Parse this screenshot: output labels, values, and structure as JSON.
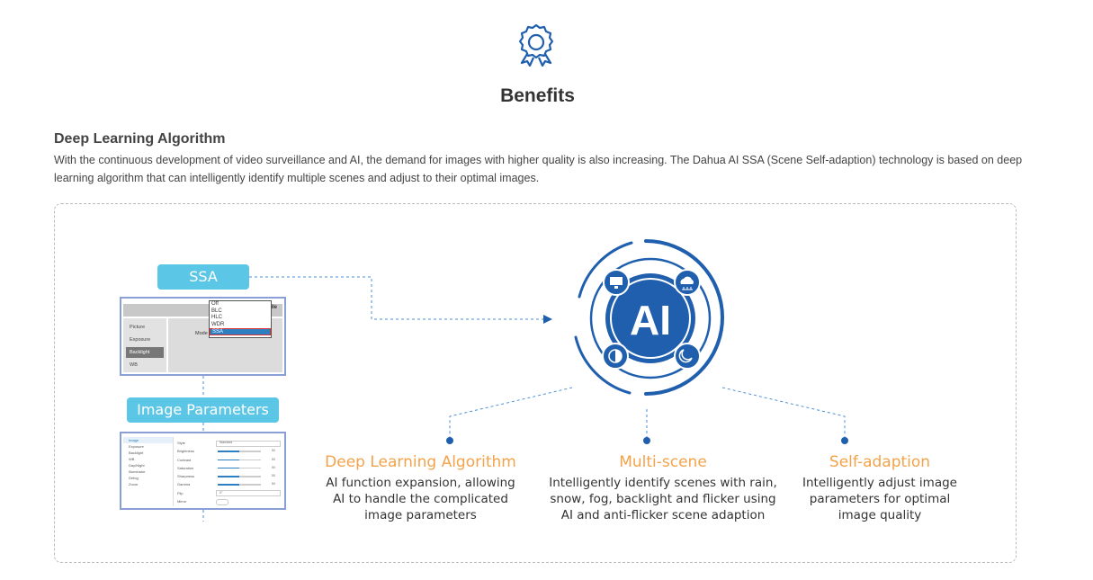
{
  "page": {
    "title": "Benefits",
    "icon": "award-badge-icon"
  },
  "section": {
    "title": "Deep Learning Algorithm",
    "body": "With the continuous development of video surveillance and AI, the demand for images with higher quality is also increasing. The Dahua AI SSA (Scene Self-adaption) technology is based on deep learning algorithm that can intelligently identify multiple scenes and adjust to their optimal images."
  },
  "diagram": {
    "ssa_label": "SSA",
    "image_params_label": "Image Parameters",
    "ai_label": "AI",
    "ssa_panel": {
      "header": "Profile",
      "mode_label": "Mode",
      "sidebar": [
        "Picture",
        "Exposure",
        "Backlight",
        "WB"
      ],
      "active_sidebar": "Backlight",
      "options": [
        "Off",
        "BLC",
        "HLC",
        "WDR",
        "SSA"
      ],
      "selected_option": "SSA"
    },
    "image_panel": {
      "sidebar": [
        "Image",
        "Exposure",
        "Backlight",
        "WB",
        "Day/Night",
        "Illuminator",
        "Defog",
        "Zoom"
      ],
      "rows": [
        {
          "label": "Style",
          "value": "Standard"
        },
        {
          "label": "Brightness",
          "value": "50",
          "level": 0.5
        },
        {
          "label": "Contrast",
          "value": "50",
          "level": 0.5
        },
        {
          "label": "Saturation",
          "value": "50",
          "level": 0.5
        },
        {
          "label": "Sharpness",
          "value": "50",
          "level": 0.5
        },
        {
          "label": "Gamma",
          "value": "50",
          "level": 0.5
        },
        {
          "label": "Flip",
          "value": "0°"
        },
        {
          "label": "Mirror",
          "value": ""
        }
      ]
    },
    "ring_icons": [
      "monitor-icon",
      "cloud-network-icon",
      "contrast-icon",
      "night-moon-icon"
    ],
    "colors": {
      "accent_blue": "#1f5fae",
      "pill_cyan": "#5bc6e6",
      "feature_orange": "#f3a34b"
    }
  },
  "features": [
    {
      "title": "Deep Learning Algorithm",
      "lines": [
        "AI function expansion, allowing",
        "AI to handle the complicated",
        "image parameters"
      ]
    },
    {
      "title": "Multi-scene",
      "lines": [
        "Intelligently identify scenes with rain,",
        "snow, fog, backlight and flicker using",
        "AI and anti-flicker scene adaption"
      ]
    },
    {
      "title": "Self-adaption",
      "lines": [
        "Intelligently adjust image",
        "parameters for optimal",
        "image quality"
      ]
    }
  ]
}
